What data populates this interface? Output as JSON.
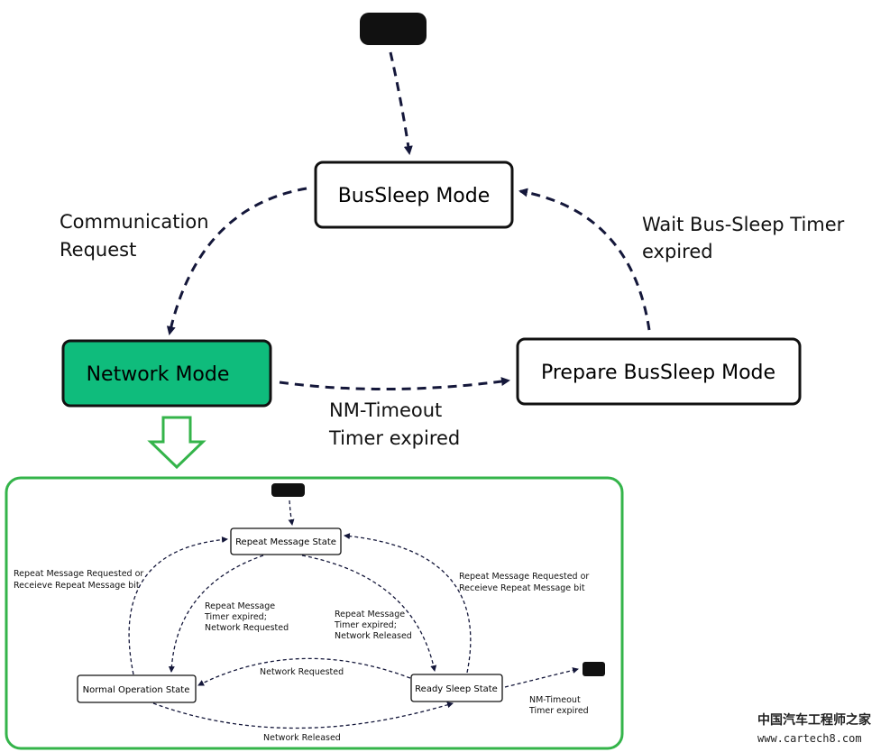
{
  "main_diagram": {
    "states": {
      "bus_sleep": "BusSleep Mode",
      "network": "Network Mode",
      "prepare_bus_sleep": "Prepare BusSleep Mode"
    },
    "transitions": {
      "communication_request": [
        "Communication",
        "Request"
      ],
      "wait_bus_sleep": [
        "Wait Bus-Sleep Timer",
        "expired"
      ],
      "nm_timeout": [
        "NM-Timeout",
        "Timer expired"
      ]
    }
  },
  "sub_diagram": {
    "states": {
      "repeat_message": "Repeat Message State",
      "normal_operation": "Normal Operation State",
      "ready_sleep": "Ready Sleep State"
    },
    "transitions": {
      "left_repeat_requested": [
        "Repeat Message Requested or",
        "Receieve Repeat Message bit"
      ],
      "right_repeat_requested": [
        "Repeat Message Requested or",
        "Receieve Repeat Message bit"
      ],
      "timer_network_requested": [
        "Repeat Message",
        "Timer expired;",
        "Network Requested"
      ],
      "timer_network_released": [
        "Repeat Message",
        "Timer expired;",
        "Network Released"
      ],
      "network_requested": "Network Requested",
      "network_released": "Network Released",
      "nm_timeout": [
        "NM-Timeout",
        "Timer expired"
      ]
    }
  },
  "watermark": {
    "chinese": "中国汽车工程师之家",
    "url": "www.cartech8.com"
  },
  "colors": {
    "network_mode_fill": "#0fbc7c",
    "frame_green": "#34b44a",
    "arrow_navy": "#14173a"
  }
}
